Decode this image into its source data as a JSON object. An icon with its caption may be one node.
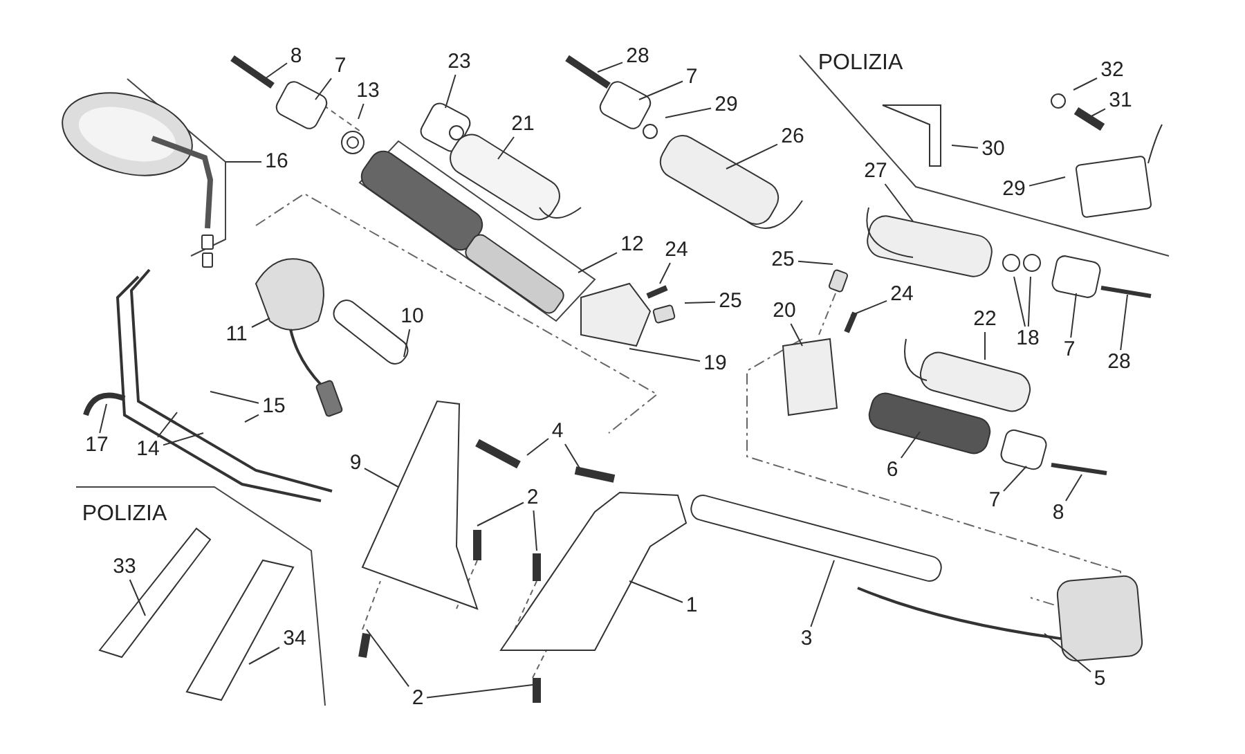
{
  "diagram": {
    "nodes": [
      {
        "text": [
          "8"
        ]
      },
      {
        "text": [
          "7"
        ]
      },
      {
        "text": [
          "13"
        ]
      },
      {
        "text": [
          "23"
        ]
      },
      {
        "text": [
          "28"
        ]
      },
      {
        "text": [
          "7"
        ]
      },
      {
        "text": [
          "29"
        ]
      },
      {
        "text": [
          "32"
        ]
      },
      {
        "text": [
          "31"
        ]
      },
      {
        "text": [
          "16"
        ]
      },
      {
        "text": [
          "21"
        ]
      },
      {
        "text": [
          "26"
        ]
      },
      {
        "text": [
          "30"
        ]
      },
      {
        "text": [
          "27"
        ]
      },
      {
        "text": [
          "29"
        ]
      },
      {
        "text": [
          "12"
        ]
      },
      {
        "text": [
          "24"
        ]
      },
      {
        "text": [
          "25"
        ]
      },
      {
        "text": [
          "25"
        ]
      },
      {
        "text": [
          "24"
        ]
      },
      {
        "text": [
          "20"
        ]
      },
      {
        "text": [
          "22"
        ]
      },
      {
        "text": [
          "18"
        ]
      },
      {
        "text": [
          "7"
        ]
      },
      {
        "text": [
          "28"
        ]
      },
      {
        "text": [
          "11"
        ]
      },
      {
        "text": [
          "10"
        ]
      },
      {
        "text": [
          "19"
        ]
      },
      {
        "text": [
          "15"
        ]
      },
      {
        "text": [
          "17"
        ]
      },
      {
        "text": [
          "14"
        ]
      },
      {
        "text": [
          "9"
        ]
      },
      {
        "text": [
          "4"
        ]
      },
      {
        "text": [
          "6"
        ]
      },
      {
        "text": [
          "7"
        ]
      },
      {
        "text": [
          "8"
        ]
      },
      {
        "text": [
          "2"
        ]
      },
      {
        "text": [
          "33"
        ]
      },
      {
        "text": [
          "1"
        ]
      },
      {
        "text": [
          "3"
        ]
      },
      {
        "text": [
          "34"
        ]
      },
      {
        "text": [
          "5"
        ]
      },
      {
        "text": [
          "2"
        ]
      }
    ],
    "edges": [
      {
        "from": 0,
        "to": null,
        "arrow": "none"
      },
      {
        "from": 1,
        "to": null,
        "arrow": "none"
      },
      {
        "from": 2,
        "to": null,
        "arrow": "none"
      },
      {
        "from": 3,
        "to": null,
        "arrow": "none"
      },
      {
        "from": 4,
        "to": null,
        "arrow": "none"
      },
      {
        "from": 5,
        "to": null,
        "arrow": "none"
      },
      {
        "from": 6,
        "to": null,
        "arrow": "none"
      },
      {
        "from": 7,
        "to": null,
        "arrow": "none"
      },
      {
        "from": 8,
        "to": null,
        "arrow": "none"
      },
      {
        "from": 9,
        "to": null,
        "arrow": "none"
      },
      {
        "from": 10,
        "to": null,
        "arrow": "none"
      },
      {
        "from": 11,
        "to": null,
        "arrow": "none"
      },
      {
        "from": 12,
        "to": null,
        "arrow": "none"
      },
      {
        "from": 13,
        "to": null,
        "arrow": "none"
      },
      {
        "from": 14,
        "to": null,
        "arrow": "none"
      },
      {
        "from": 15,
        "to": null,
        "arrow": "none"
      },
      {
        "from": 16,
        "to": null,
        "arrow": "none"
      },
      {
        "from": 17,
        "to": null,
        "arrow": "none"
      },
      {
        "from": 18,
        "to": null,
        "arrow": "none"
      },
      {
        "from": 19,
        "to": null,
        "arrow": "none"
      },
      {
        "from": 20,
        "to": null,
        "arrow": "none"
      },
      {
        "from": 21,
        "to": null,
        "arrow": "none"
      },
      {
        "from": 22,
        "to": null,
        "arrow": "none"
      },
      {
        "from": 22,
        "to": null,
        "arrow": "none"
      },
      {
        "from": 23,
        "to": null,
        "arrow": "none"
      },
      {
        "from": 24,
        "to": null,
        "arrow": "none"
      },
      {
        "from": 25,
        "to": null,
        "arrow": "none"
      },
      {
        "from": 26,
        "to": null,
        "arrow": "none"
      },
      {
        "from": 27,
        "to": null,
        "arrow": "none"
      },
      {
        "from": 28,
        "to": null,
        "arrow": "none"
      },
      {
        "from": 28,
        "to": null,
        "arrow": "none"
      },
      {
        "from": 29,
        "to": null,
        "arrow": "none"
      },
      {
        "from": 30,
        "to": null,
        "arrow": "none"
      },
      {
        "from": 30,
        "to": null,
        "arrow": "none"
      },
      {
        "from": 31,
        "to": null,
        "arrow": "none"
      },
      {
        "from": 32,
        "to": null,
        "arrow": "none"
      },
      {
        "from": 32,
        "to": null,
        "arrow": "none"
      },
      {
        "from": 33,
        "to": null,
        "arrow": "none"
      },
      {
        "from": 34,
        "to": null,
        "arrow": "none"
      },
      {
        "from": 35,
        "to": null,
        "arrow": "none"
      },
      {
        "from": 36,
        "to": null,
        "arrow": "none"
      },
      {
        "from": 36,
        "to": null,
        "arrow": "none"
      },
      {
        "from": 37,
        "to": null,
        "arrow": "none"
      },
      {
        "from": 38,
        "to": null,
        "arrow": "none"
      },
      {
        "from": 39,
        "to": null,
        "arrow": "none"
      },
      {
        "from": 40,
        "to": null,
        "arrow": "none"
      },
      {
        "from": 41,
        "to": null,
        "arrow": "none"
      },
      {
        "from": 42,
        "to": null,
        "arrow": "none"
      },
      {
        "from": 42,
        "to": null,
        "arrow": "none"
      }
    ],
    "labels": [
      "POLIZIA",
      "POLIZIA"
    ]
  }
}
